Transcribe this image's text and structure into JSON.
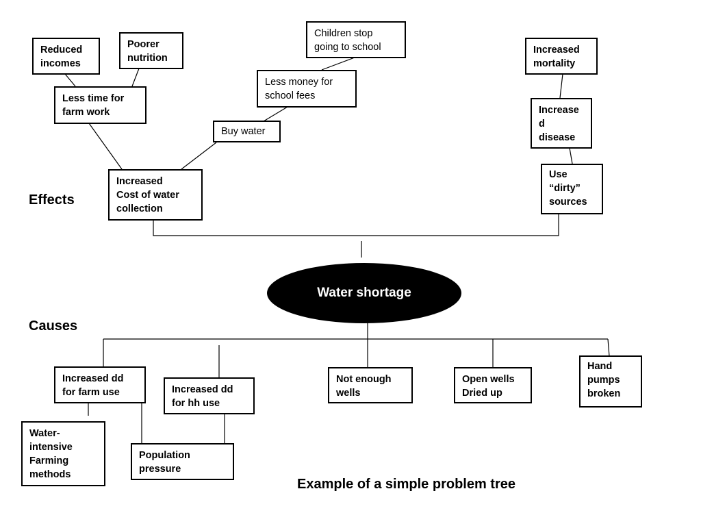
{
  "sections": {
    "effects": "Effects",
    "causes": "Causes"
  },
  "core_problem": "Water shortage",
  "caption": "Example of a simple problem tree",
  "effects": {
    "reduced_incomes": "Reduced\nincomes",
    "poorer_nutrition": "Poorer\nnutrition",
    "less_time_farm_work": "Less time for\nfarm work",
    "children_stop_school": "Children stop\ngoing to school",
    "less_money_school_fees": "Less money for\nschool fees",
    "buy_water": "Buy water",
    "increased_cost_water_collection": "Increased\nCost of water\ncollection",
    "increased_mortality": "Increased\nmortality",
    "increased_disease": "Increase\nd disease",
    "use_dirty_sources": "Use\n“dirty”\nsources"
  },
  "causes": {
    "increased_dd_farm_use": "Increased dd\nfor farm use",
    "increased_dd_hh_use": "Increased dd\nfor hh use",
    "not_enough_wells": "Not enough\nwells",
    "open_wells_dried_up": "Open wells\nDried up",
    "hand_pumps_broken": "Hand\npumps\nbroken",
    "water_intensive_farming": "Water-\nintensive\nFarming\nmethods",
    "population_pressure": "Population\npressure"
  }
}
